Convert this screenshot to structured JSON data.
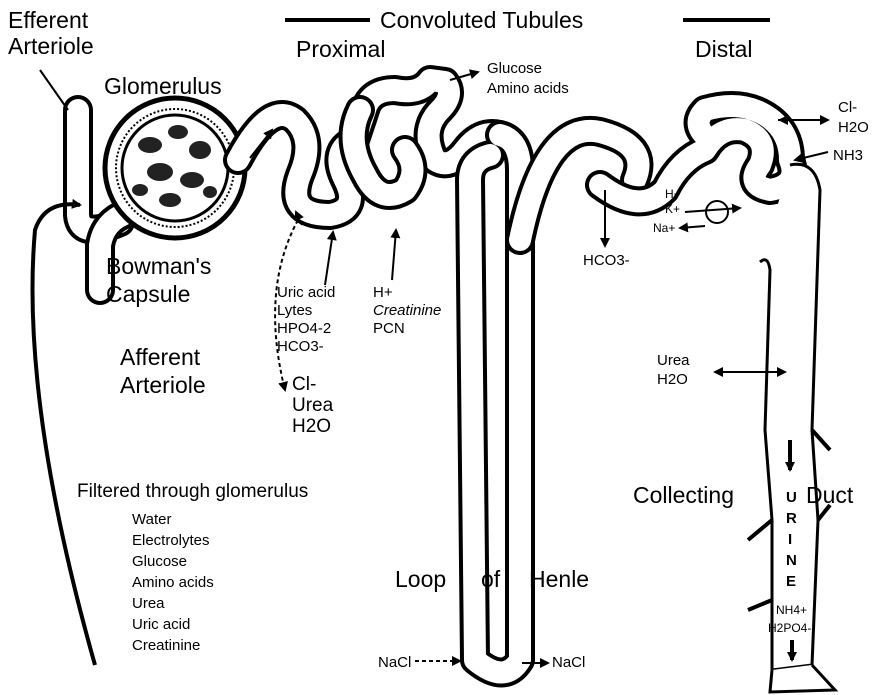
{
  "headings": {
    "efferent_1": "Efferent",
    "efferent_2": "Arteriole",
    "convoluted": "Convoluted Tubules",
    "proximal": "Proximal",
    "distal": "Distal",
    "glomerulus": "Glomerulus",
    "bowmans_1": "Bowman's",
    "bowmans_2": "Capsule",
    "afferent_1": "Afferent",
    "afferent_2": "Arteriole",
    "loop_1": "Loop",
    "loop_2": "of",
    "loop_3": "Henle",
    "collecting_1": "Collecting",
    "collecting_2": "Duct"
  },
  "proximal_labels": {
    "glucose": "Glucose",
    "amino": "Amino acids",
    "uric": "Uric acid",
    "lytes": "Lytes",
    "hpo4": "HPO4-2",
    "hco3": "HCO3-",
    "h": "H+",
    "creatinine": "Creatinine",
    "pcn": "PCN",
    "cl": "Cl-",
    "urea": "Urea",
    "h2o": "H2O"
  },
  "distal_labels": {
    "cl": "Cl-",
    "h2o": "H2O",
    "nh3": "NH3",
    "h": "H+",
    "k": "K+",
    "na": "Na+",
    "hco3": "HCO3-"
  },
  "collecting_labels": {
    "urea": "Urea",
    "h2o": "H2O",
    "urine_letters": [
      "U",
      "R",
      "I",
      "N",
      "E"
    ],
    "nh4": "NH4+",
    "h2po4": "H2PO4-"
  },
  "loop_labels": {
    "nacl_in": "NaCl",
    "nacl_out": "NaCl"
  },
  "filtered": {
    "title": "Filtered through glomerulus",
    "items": [
      "Water",
      "Electrolytes",
      "Glucose",
      "Amino acids",
      "Urea",
      "Uric acid",
      "Creatinine"
    ]
  }
}
